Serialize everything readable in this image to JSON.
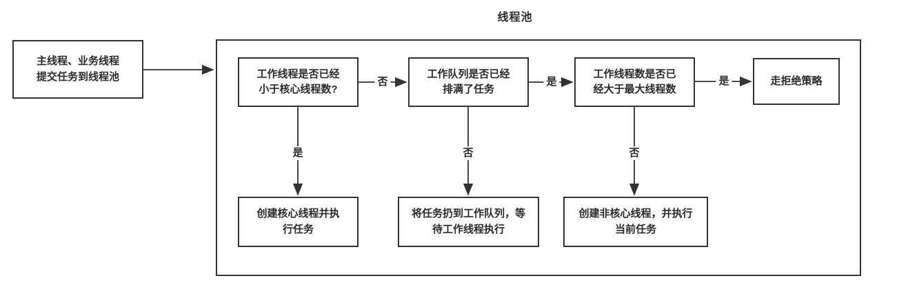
{
  "diagram": {
    "title": "线程池",
    "start_node": {
      "label": "主线程、业务线程\n提交任务到线程池"
    },
    "decisions": [
      {
        "label": "工作线程是否已经\n小于核心线程数?"
      },
      {
        "label": "工作队列是否已经\n排满了任务"
      },
      {
        "label": "工作线程数是否已\n经大于最大线程数"
      }
    ],
    "reject_node": {
      "label": "走拒绝策略"
    },
    "actions": [
      {
        "label": "创建核心线程并执\n行任务"
      },
      {
        "label": "将任务扔到工作队列，等\n待工作线程执行"
      },
      {
        "label": "创建非核心线程，并执行\n当前任务"
      }
    ],
    "edge_labels": {
      "d1_no": "否",
      "d2_yes": "是",
      "d3_yes": "是",
      "d1_yes": "是",
      "d2_no": "否",
      "d3_no": "否"
    },
    "colors": {
      "line": "#333333",
      "text": "#2b2b2b",
      "background": "#ffffff"
    }
  }
}
